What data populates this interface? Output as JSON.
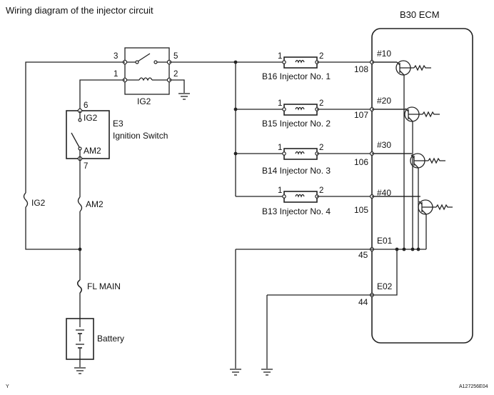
{
  "title": "Wiring diagram of the injector circuit",
  "ecm": {
    "label": "B30 ECM",
    "pins": [
      {
        "signal": "#10",
        "pin": "108"
      },
      {
        "signal": "#20",
        "pin": "107"
      },
      {
        "signal": "#30",
        "pin": "106"
      },
      {
        "signal": "#40",
        "pin": "105"
      },
      {
        "signal": "E01",
        "pin": "45"
      },
      {
        "signal": "E02",
        "pin": "44"
      }
    ]
  },
  "injectors": [
    {
      "label": "B16 Injector No. 1",
      "in": "1",
      "out": "2"
    },
    {
      "label": "B15 Injector No. 2",
      "in": "1",
      "out": "2"
    },
    {
      "label": "B14 Injector No. 3",
      "in": "1",
      "out": "2"
    },
    {
      "label": "B13 Injector No. 4",
      "in": "1",
      "out": "2"
    }
  ],
  "relay": {
    "label": "IG2",
    "terminals": {
      "t3": "3",
      "t5": "5",
      "t1": "1",
      "t2": "2"
    }
  },
  "ignition_switch": {
    "code": "E3",
    "name": "Ignition Switch",
    "top_pos": "IG2",
    "bottom_pos": "AM2",
    "pin_top": "6",
    "pin_bottom": "7"
  },
  "fuses": {
    "ig2": "IG2",
    "am2": "AM2",
    "fl_main": "FL MAIN"
  },
  "battery": "Battery",
  "footer_left": "Y",
  "footer_right": "A127256E04"
}
